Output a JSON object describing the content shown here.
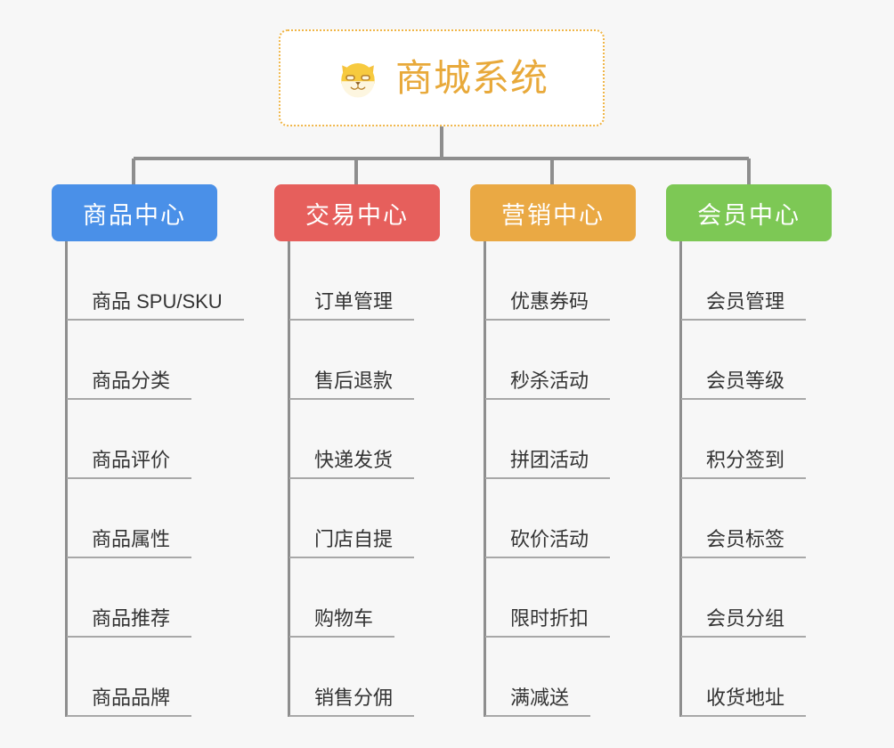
{
  "page": {
    "background_color": "#f7f7f7",
    "diagram_type": "org-chart"
  },
  "root": {
    "title": "商城系统",
    "icon": "shiba-dog-emoji",
    "border_color": "#f0b648",
    "text_color": "#e8a93a",
    "background_color": "#ffffff"
  },
  "connector": {
    "color": "#8e8e8e",
    "leaf_line_color": "#a8a8a8"
  },
  "branches": [
    {
      "label": "商品中心",
      "color": "#4a90e8",
      "items": [
        {
          "label": "商品 SPU/SKU"
        },
        {
          "label": "商品分类"
        },
        {
          "label": "商品评价"
        },
        {
          "label": "商品属性"
        },
        {
          "label": "商品推荐"
        },
        {
          "label": "商品品牌"
        }
      ]
    },
    {
      "label": "交易中心",
      "color": "#e65f5c",
      "items": [
        {
          "label": "订单管理"
        },
        {
          "label": "售后退款"
        },
        {
          "label": "快递发货"
        },
        {
          "label": "门店自提"
        },
        {
          "label": "购物车"
        },
        {
          "label": "销售分佣"
        }
      ]
    },
    {
      "label": "营销中心",
      "color": "#eaa944",
      "items": [
        {
          "label": "优惠券码"
        },
        {
          "label": "秒杀活动"
        },
        {
          "label": "拼团活动"
        },
        {
          "label": "砍价活动"
        },
        {
          "label": "限时折扣"
        },
        {
          "label": "满减送"
        }
      ]
    },
    {
      "label": "会员中心",
      "color": "#7dc855",
      "items": [
        {
          "label": "会员管理"
        },
        {
          "label": "会员等级"
        },
        {
          "label": "积分签到"
        },
        {
          "label": "会员标签"
        },
        {
          "label": "会员分组"
        },
        {
          "label": "收货地址"
        }
      ]
    }
  ]
}
